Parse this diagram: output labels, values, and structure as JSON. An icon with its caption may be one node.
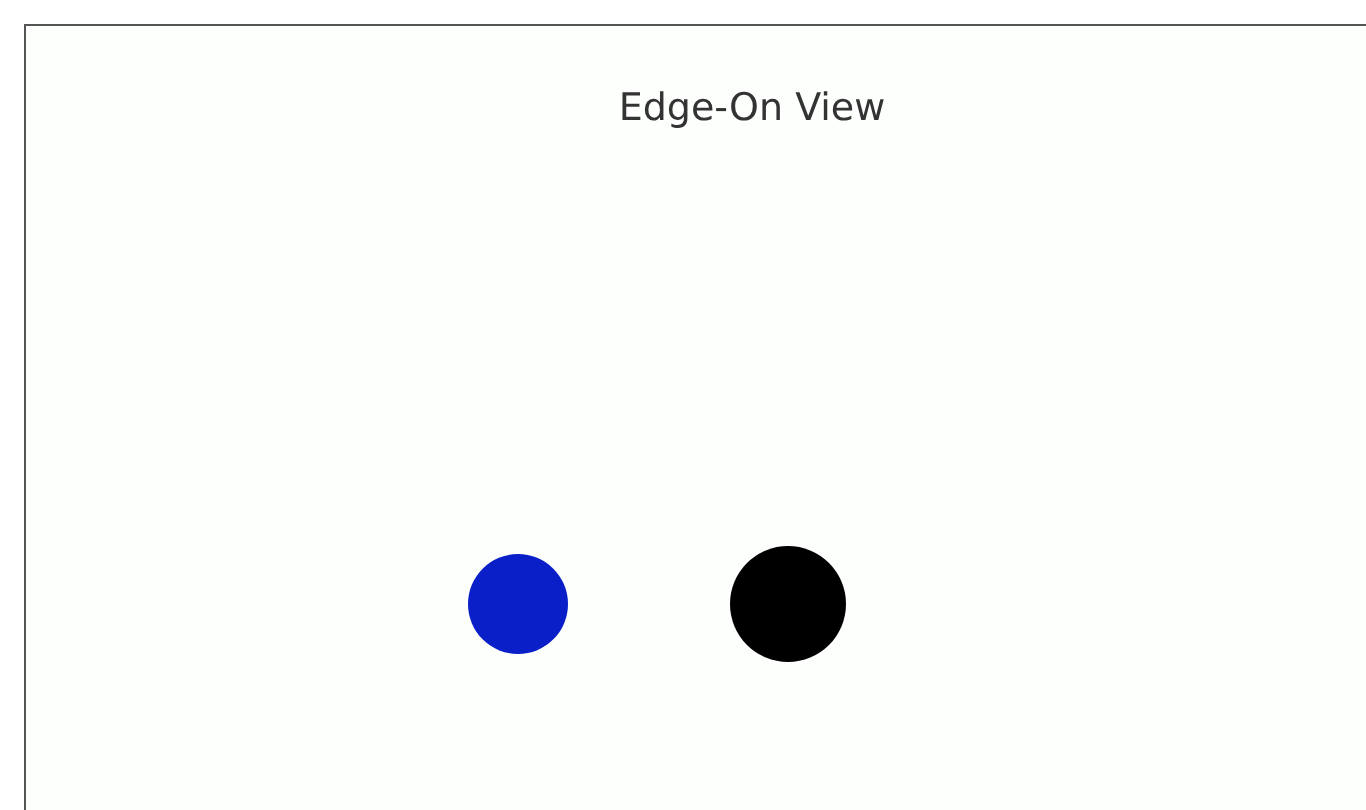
{
  "diagram": {
    "title": "Edge-On View",
    "nodes": [
      {
        "text": [],
        "shape": "circle"
      },
      {
        "text": [],
        "shape": "circle"
      }
    ]
  }
}
